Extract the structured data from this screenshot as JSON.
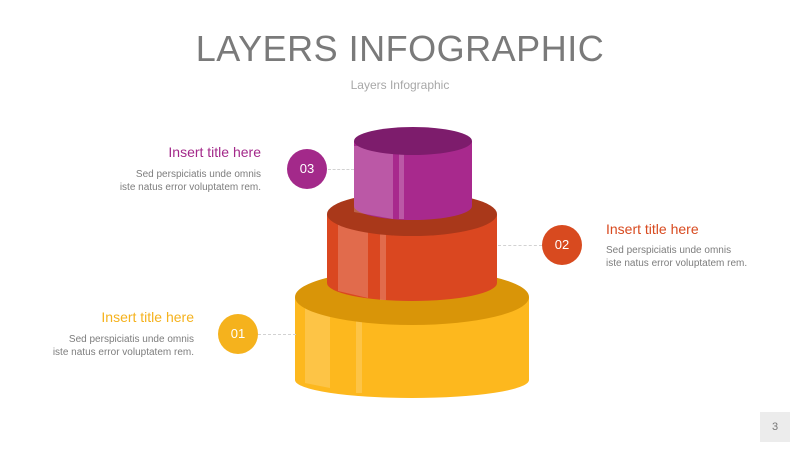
{
  "header": {
    "title": "LAYERS INFOGRAPHIC",
    "subtitle": "Layers Infographic"
  },
  "items": [
    {
      "number": "03",
      "title": "Insert title here",
      "body_line1": "Sed perspiciatis unde omnis",
      "body_line2": "iste natus error voluptatem rem.",
      "color": "#a3298a"
    },
    {
      "number": "02",
      "title": "Insert title here",
      "body_line1": "Sed perspiciatis unde omnis",
      "body_line2": "iste natus error voluptatem rem.",
      "color": "#d84a1f"
    },
    {
      "number": "01",
      "title": "Insert title here",
      "body_line1": "Sed perspiciatis unde omnis",
      "body_line2": "iste natus error voluptatem rem.",
      "color": "#f5b21d"
    }
  ],
  "page_number": "3",
  "colors": {
    "title_gray": "#7a7a7a",
    "layer_top": "#a3298a",
    "layer_middle": "#d84a1f",
    "layer_bottom": "#f5b21d"
  }
}
